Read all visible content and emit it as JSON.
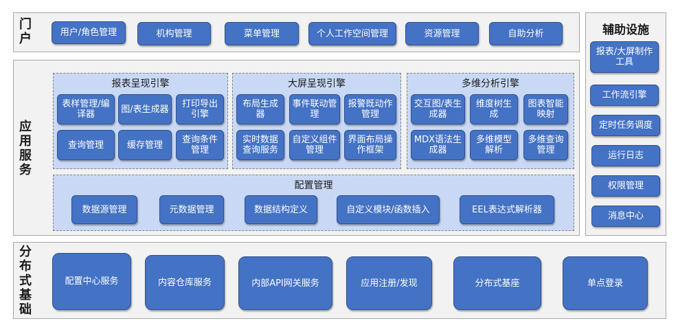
{
  "portal": {
    "label": "门户",
    "items": [
      "用户/角色管理",
      "机构管理",
      "菜单管理",
      "个人工作空间管理",
      "资源管理",
      "自助分析"
    ]
  },
  "app_service": {
    "label": "应用服务",
    "engines": [
      {
        "title": "报表呈现引擎",
        "items": [
          "表样管理/编译器",
          "图/表生成器",
          "打印导出引擎",
          "查询管理",
          "缓存管理",
          "查询条件管理"
        ]
      },
      {
        "title": "大屏呈现引擎",
        "items": [
          "布局生成器",
          "事件联动管理",
          "报警既动作管理",
          "实时数据查询服务",
          "自定义组件管理",
          "界面布局操作框架"
        ]
      },
      {
        "title": "多维分析引擎",
        "items": [
          "交互图/表生成器",
          "维度树生成",
          "图表智能映射",
          "MDX语法生成器",
          "多维模型解析",
          "多维查询管理"
        ]
      }
    ],
    "config": {
      "title": "配置管理",
      "items": [
        "数据源管理",
        "元数据管理",
        "数据结构定义",
        "自定义模块/函数插入",
        "EEL表达式解析器"
      ]
    }
  },
  "distributed": {
    "label": "分布式基础",
    "items": [
      "配置中心服务",
      "内容仓库服务",
      "内部API网关服务",
      "应用注册/发现",
      "分布式基座",
      "单点登录"
    ]
  },
  "aux": {
    "title": "辅助设施",
    "items": [
      "报表/大屏制作工具",
      "工作流引擎",
      "定时任务调度",
      "运行日志",
      "权限管理",
      "消息中心"
    ]
  }
}
